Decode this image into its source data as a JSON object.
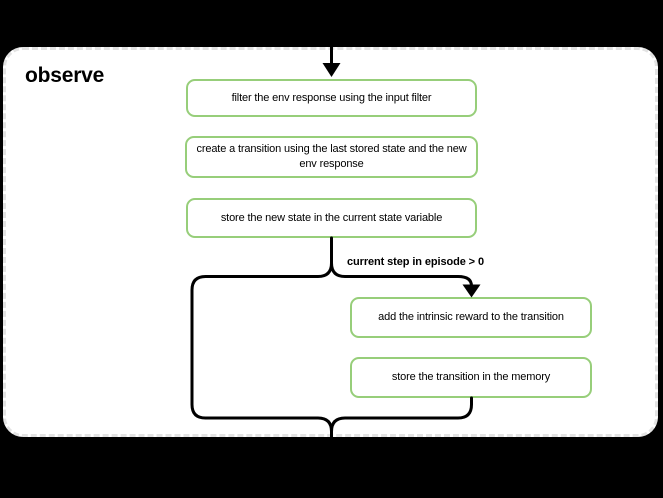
{
  "diagram": {
    "type": "flowchart",
    "title": "observe",
    "nodes": [
      {
        "id": "filter-env-response",
        "label": "filter the env response using the input filter"
      },
      {
        "id": "create-transition",
        "label": "create a transition using the last stored state and the new env response"
      },
      {
        "id": "store-new-state",
        "label": "store the new state in the current state variable"
      },
      {
        "id": "add-intrinsic-reward",
        "label": "add the intrinsic reward to the transition"
      },
      {
        "id": "store-transition",
        "label": "store the transition in the memory"
      }
    ],
    "condition_label": "current step in episode > 0",
    "icons": {
      "arrowhead_down": "▼"
    },
    "colors": {
      "page_background": "#000000",
      "container_background": "#ffffff",
      "container_border": "#e3e3e3",
      "node_border": "#97ce7a",
      "node_background": "#ffffff",
      "connector": "#000000",
      "text": "#000000"
    }
  }
}
